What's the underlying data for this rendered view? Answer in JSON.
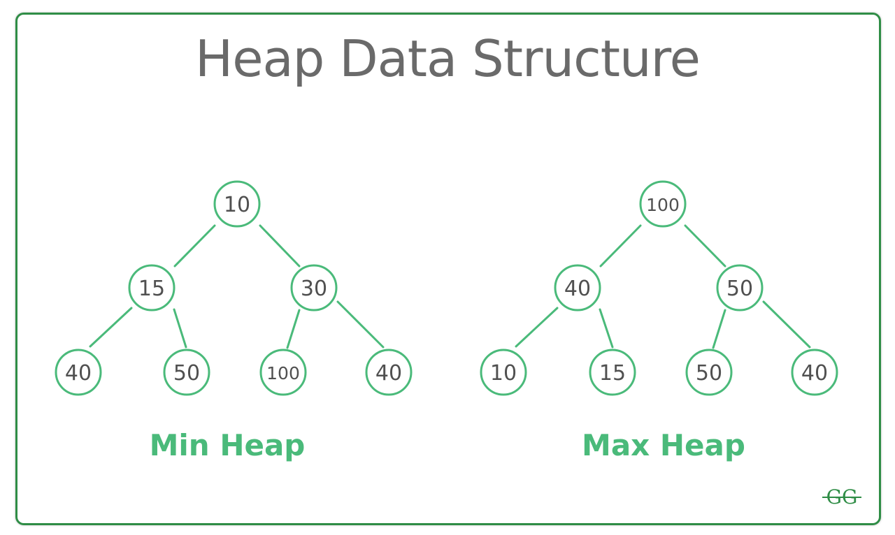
{
  "title": "Heap Data Structure",
  "colors": {
    "accent": "#4aba7a",
    "border": "#2f8d46",
    "node_text": "#505050",
    "title_text": "#6a6a6a"
  },
  "min_heap": {
    "label": "Min Heap",
    "nodes": [
      "10",
      "15",
      "30",
      "40",
      "50",
      "100",
      "40"
    ]
  },
  "max_heap": {
    "label": "Max Heap",
    "nodes": [
      "100",
      "40",
      "50",
      "10",
      "15",
      "50",
      "40"
    ]
  },
  "logo": {
    "text": "GG"
  }
}
